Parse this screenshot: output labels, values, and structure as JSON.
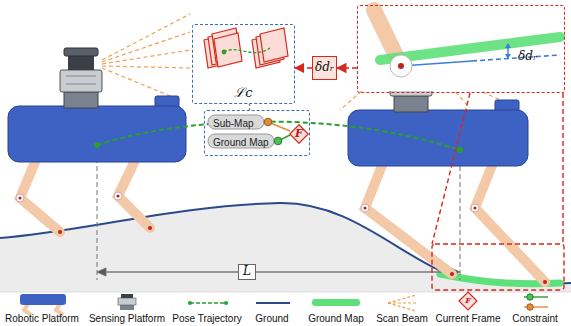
{
  "diagram": {
    "nodes": [
      {
        "text": [
          "ℒc"
        ]
      },
      {
        "text": [
          "δdᵣ"
        ]
      },
      {
        "text": [
          "δdᵣ"
        ]
      },
      {
        "text": [
          "Sub-Map",
          "Ground Map"
        ]
      },
      {
        "text": [
          "F"
        ],
        "in": 3
      }
    ],
    "edges": [
      {
        "from": 2,
        "to": 1,
        "arrow": "to"
      },
      {
        "from": 1,
        "to": 0,
        "arrow": "to"
      },
      {
        "from": 0,
        "to": 3,
        "arrow": "none"
      }
    ],
    "labels": [
      "L",
      "F"
    ],
    "legend": [
      {
        "text": "Robotic Platform"
      },
      {
        "text": "Sensing Platform"
      },
      {
        "text": "Pose Trajectory"
      },
      {
        "text": "Ground"
      },
      {
        "text": "Ground Map"
      },
      {
        "text": "Scan Beam"
      },
      {
        "text": "Current Frame"
      },
      {
        "text": "Constraint"
      }
    ]
  }
}
